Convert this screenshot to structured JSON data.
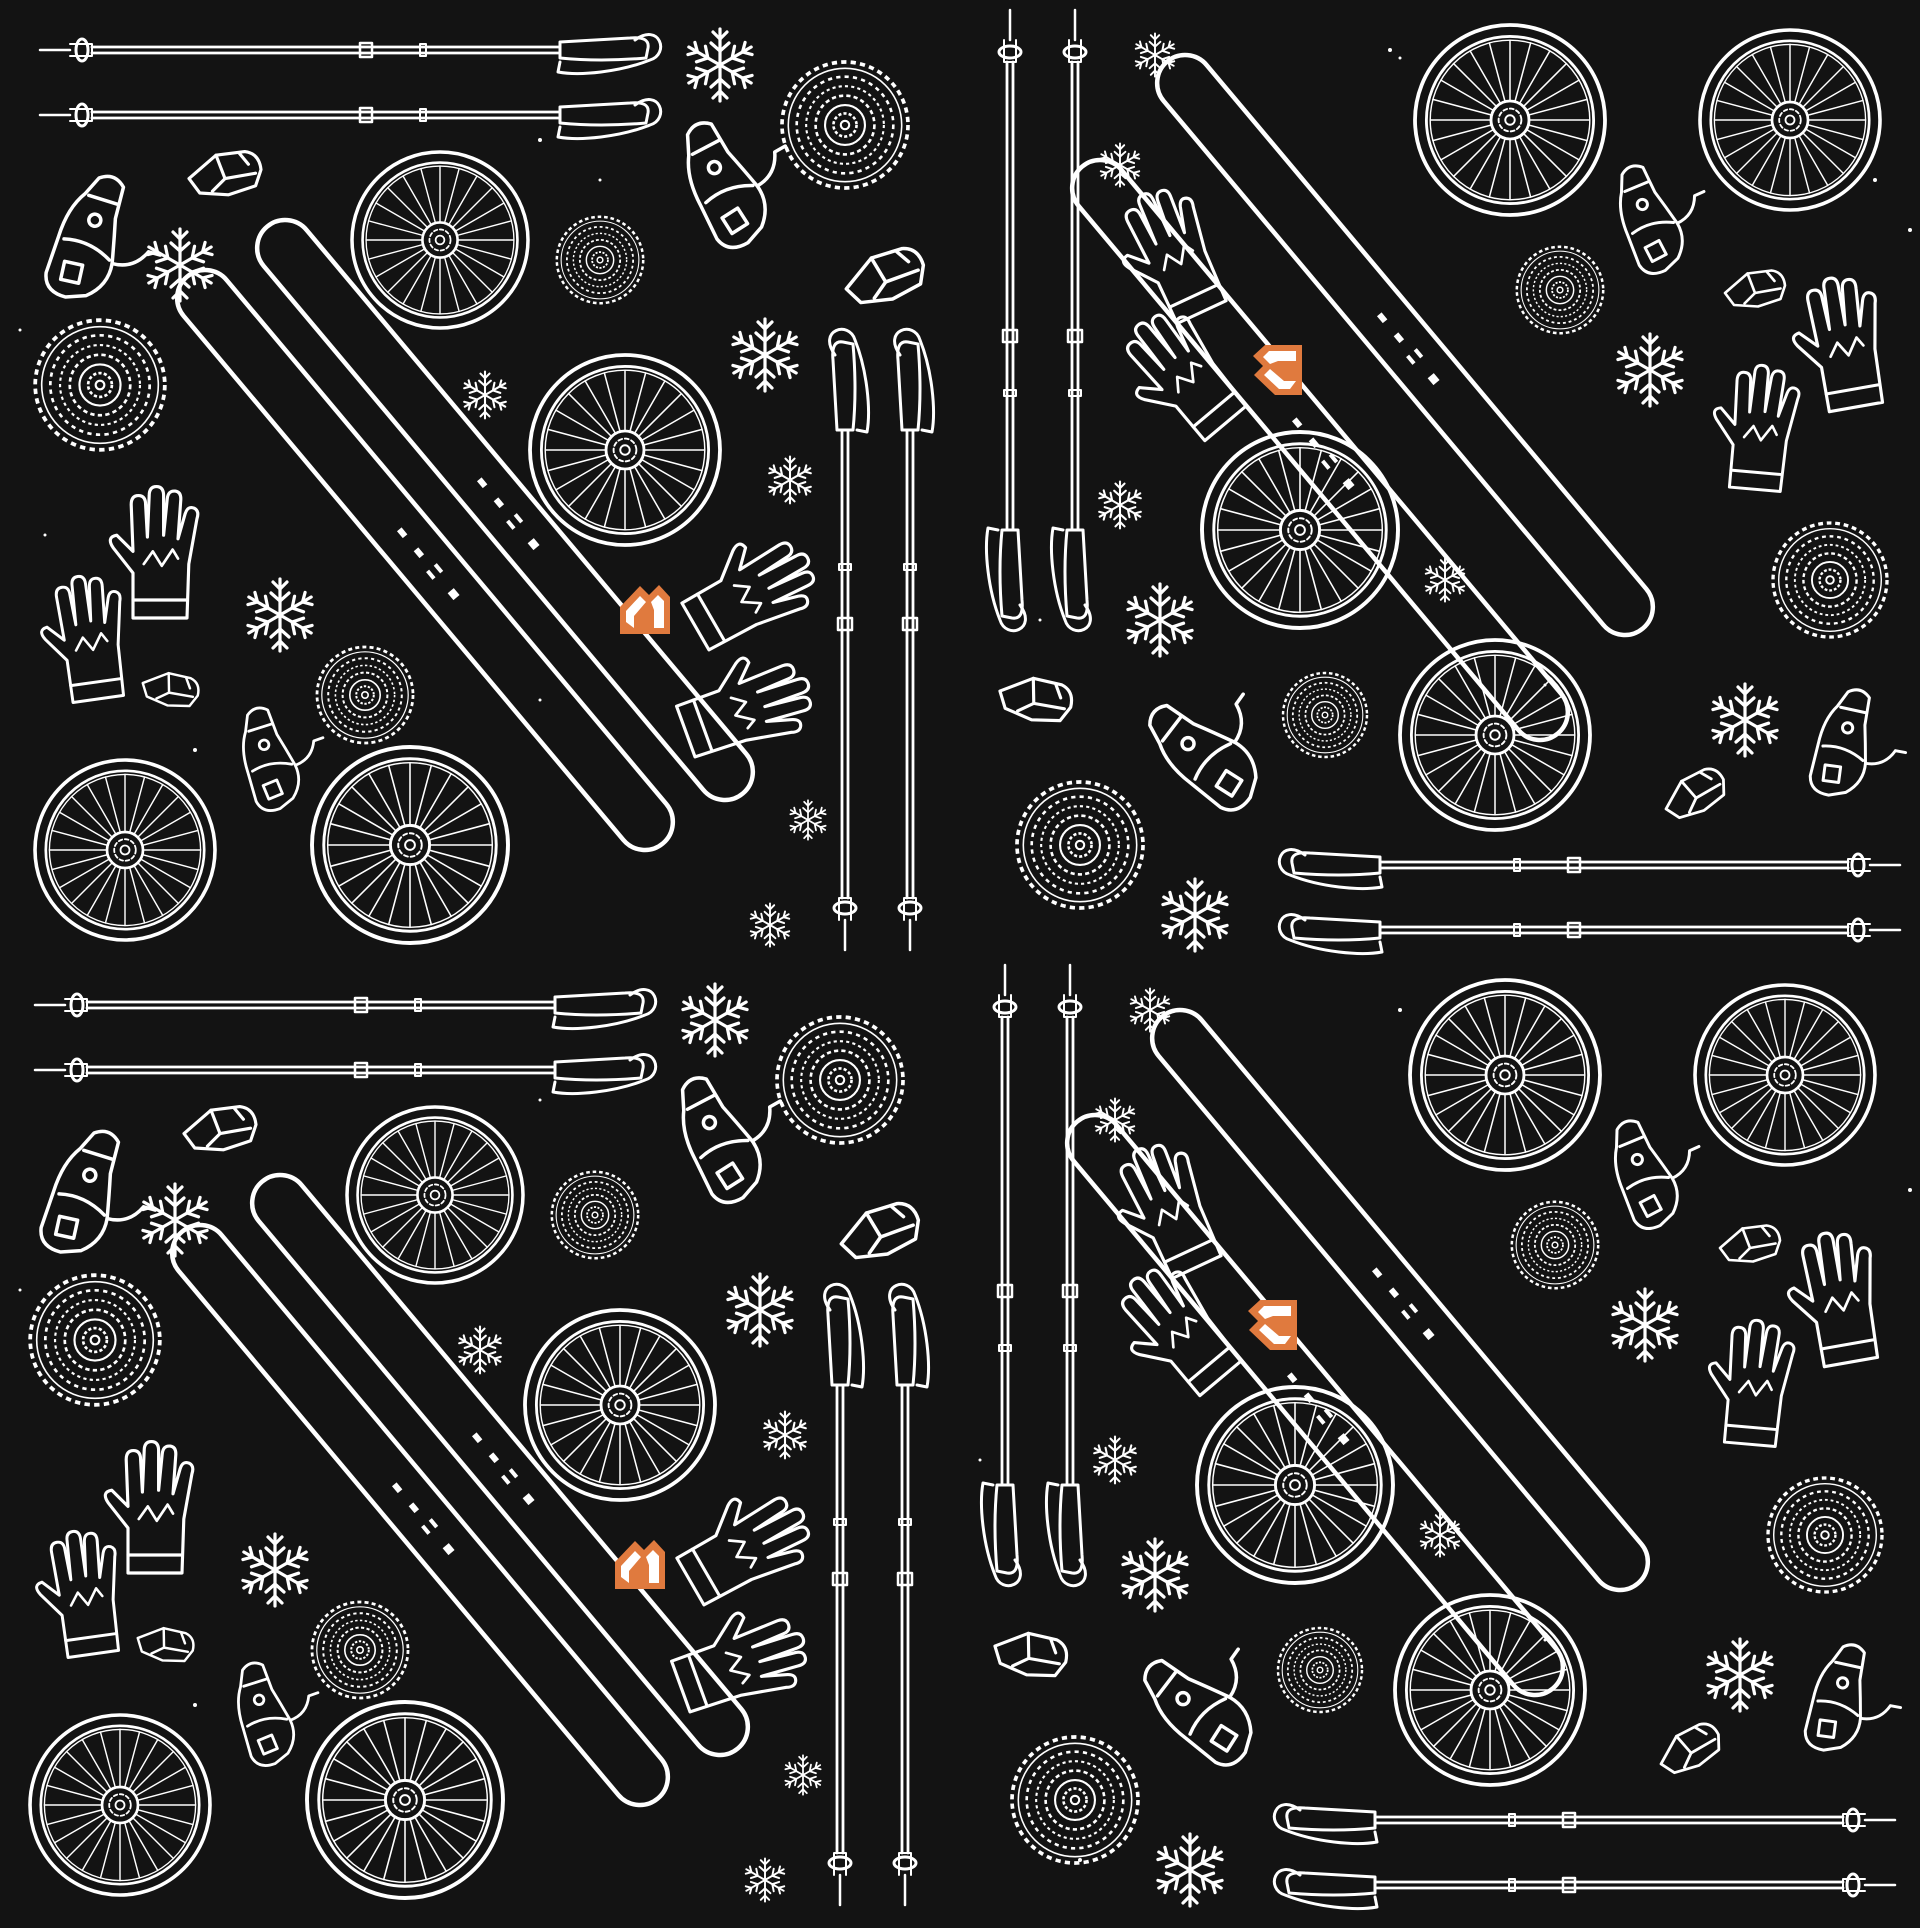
{
  "pattern": {
    "background_color": "#131313",
    "line_color": "#ffffff",
    "accent_color": "#e07a3e",
    "tile_layout": "2x2 repeat",
    "motifs": [
      "ski-pair",
      "ski-pole-pair",
      "bicycle-wheel",
      "bike-cassette",
      "ski-glove",
      "ski-binding",
      "snowflake",
      "brand-logo"
    ]
  }
}
